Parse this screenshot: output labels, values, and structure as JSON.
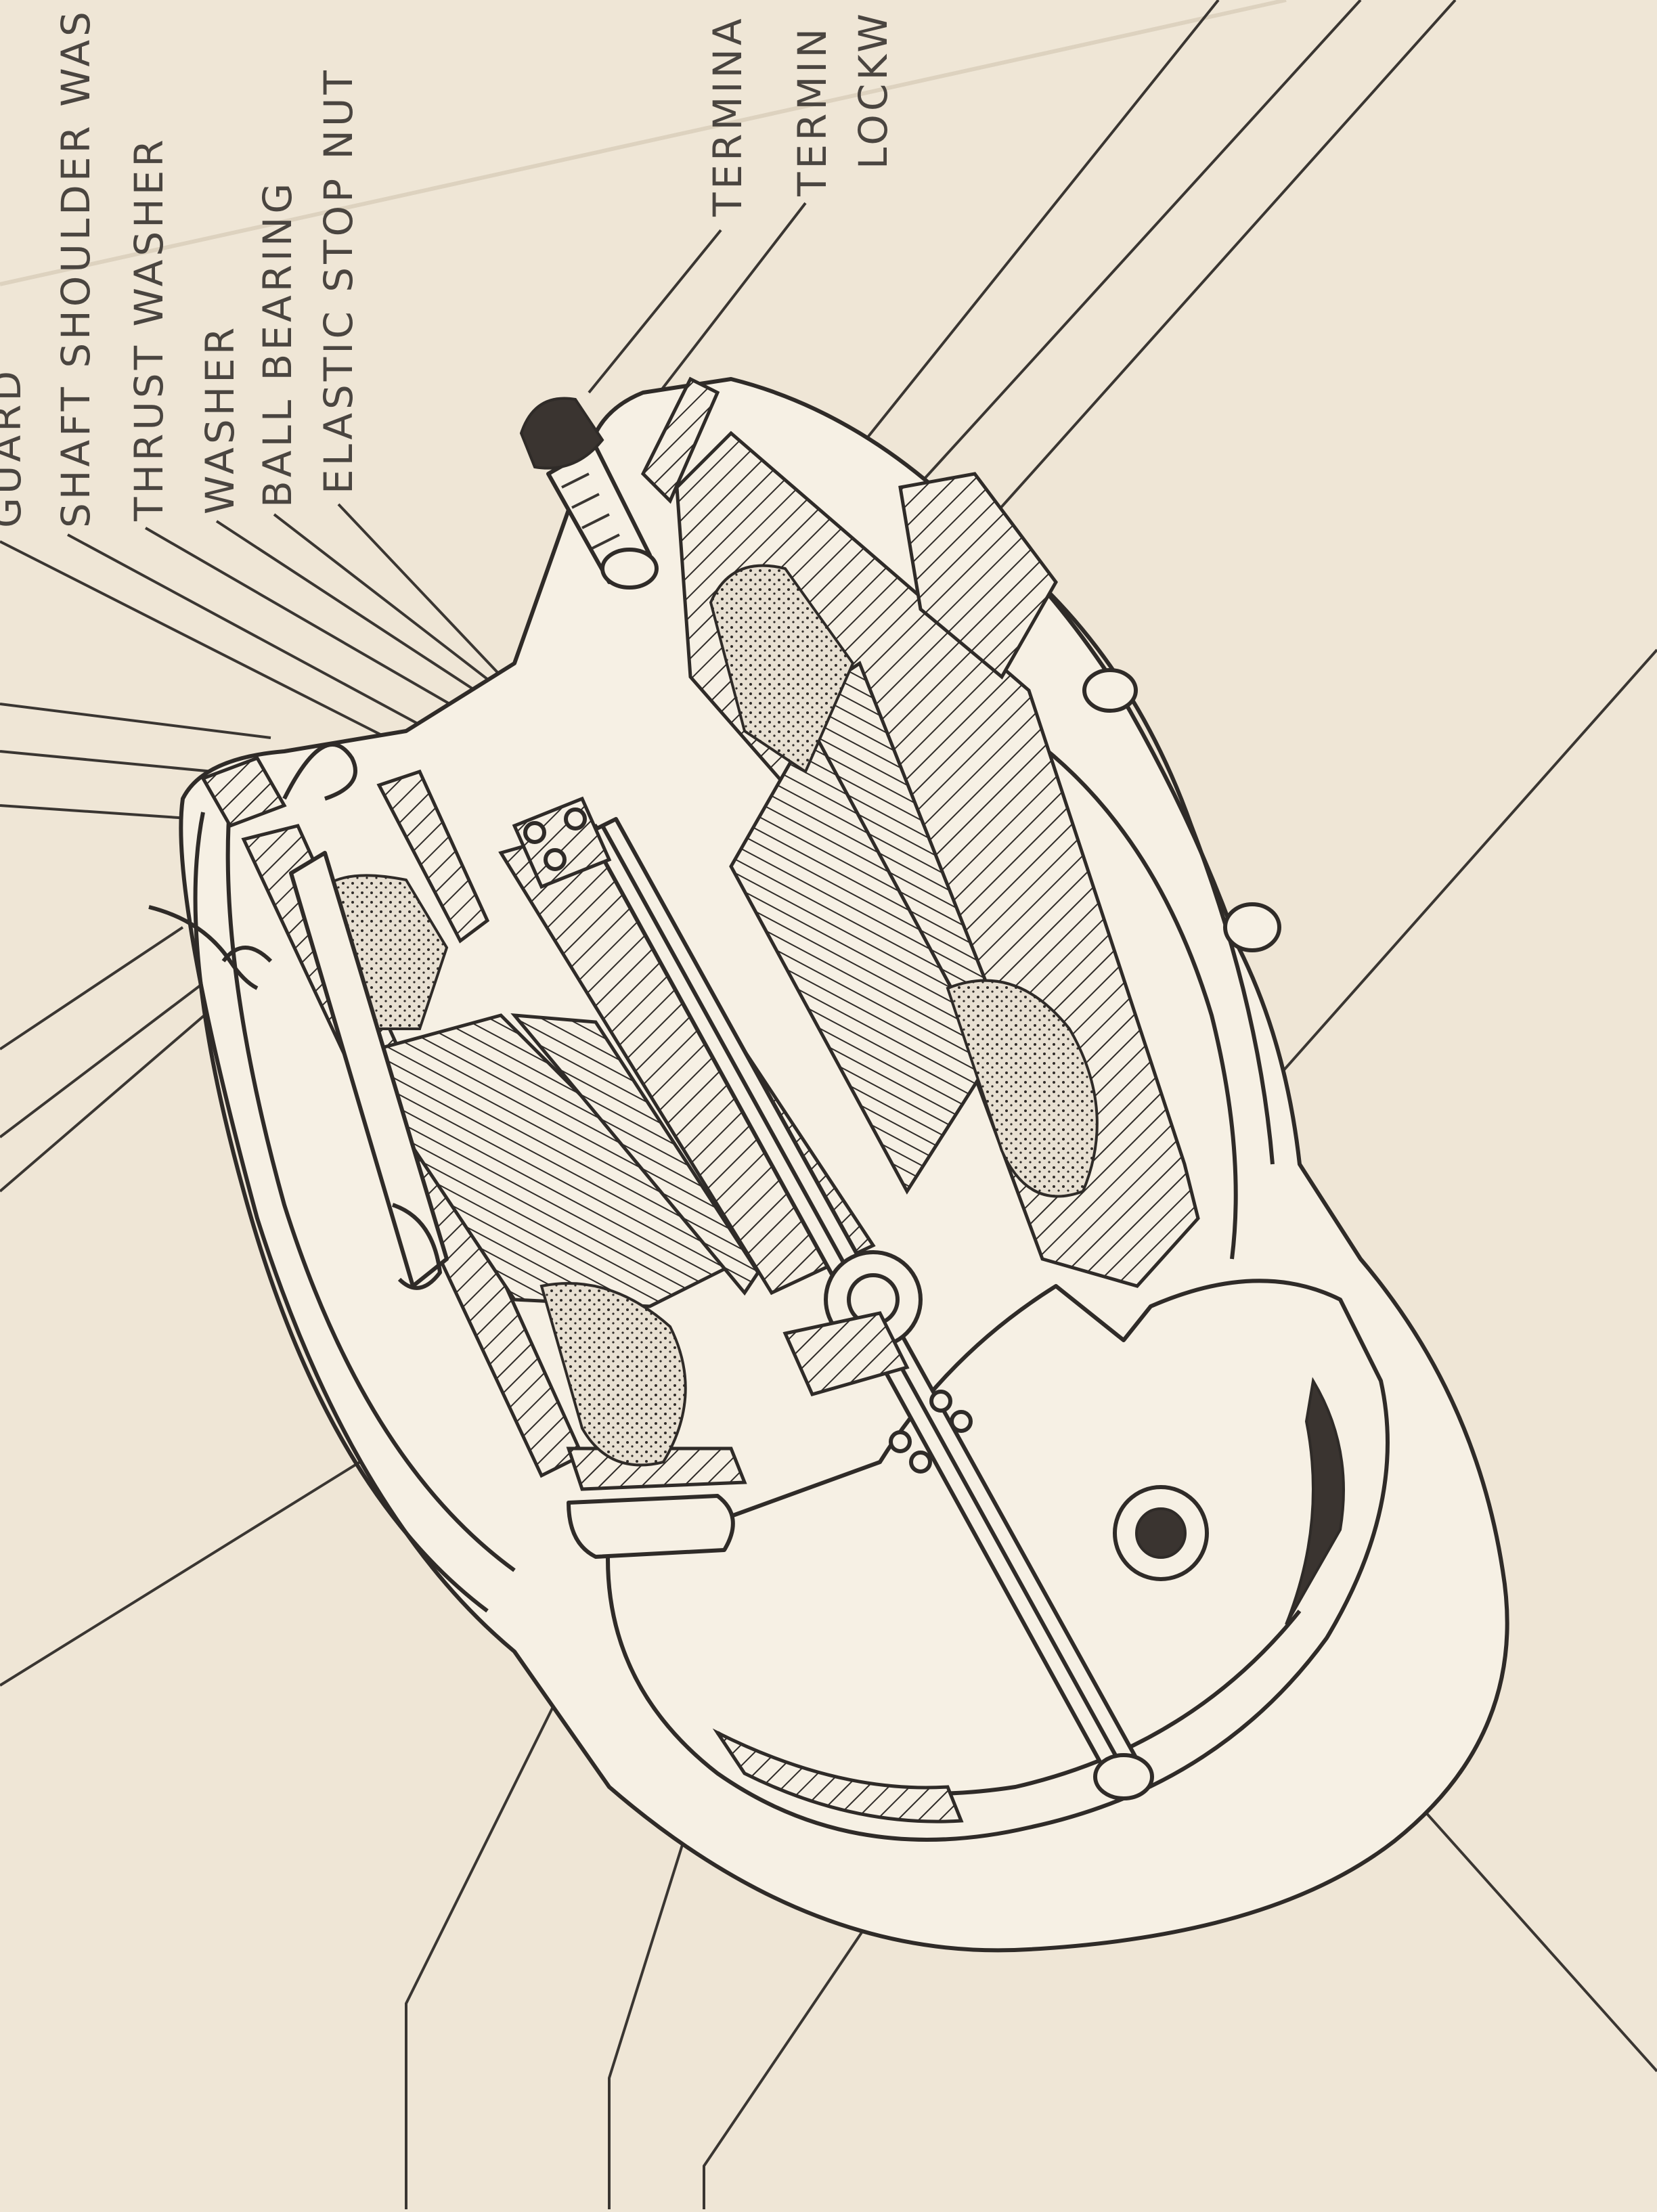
{
  "figure": {
    "labels": [
      {
        "id": "guard",
        "text": "GUARD"
      },
      {
        "id": "shaft-shoulder-washer",
        "text": "SHAFT SHOULDER WAS"
      },
      {
        "id": "thrust-washer",
        "text": "THRUST WASHER"
      },
      {
        "id": "washer",
        "text": "WASHER"
      },
      {
        "id": "ball-bearing",
        "text": "BALL BEARING"
      },
      {
        "id": "elastic-stop-nut",
        "text": "ELASTIC STOP NUT"
      },
      {
        "id": "terminal-1",
        "text": "TERMINA"
      },
      {
        "id": "terminal-2",
        "text": "TERMIN"
      },
      {
        "id": "lockwasher",
        "text": "LOCKW"
      }
    ]
  }
}
